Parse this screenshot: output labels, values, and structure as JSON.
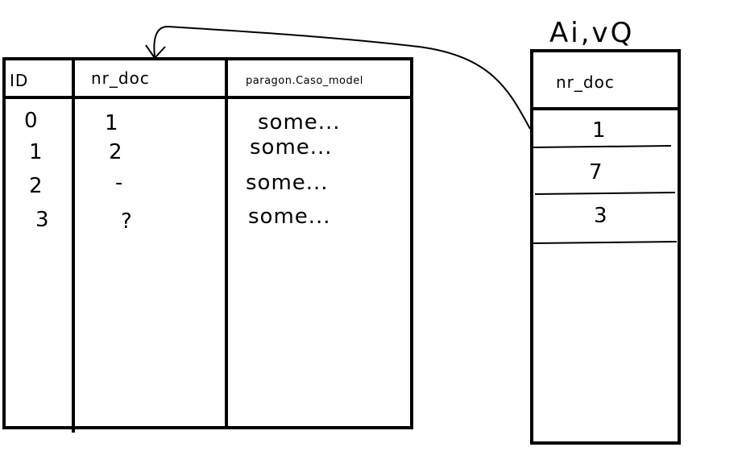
{
  "left_table": {
    "headers": [
      "ID",
      "nr_doc",
      "paragon.Caso_model"
    ],
    "rows": [
      {
        "id": "0",
        "nr_doc": "1",
        "text": "some..."
      },
      {
        "id": "1",
        "nr_doc": "2",
        "text": "some..."
      },
      {
        "id": "2",
        "nr_doc": "-",
        "text": "some..."
      },
      {
        "id": "3",
        "nr_doc": "?",
        "text": "some..."
      }
    ]
  },
  "right_table": {
    "title": "Ai,vQ",
    "header": "nr_doc",
    "values": [
      "1",
      "7",
      "3"
    ]
  }
}
